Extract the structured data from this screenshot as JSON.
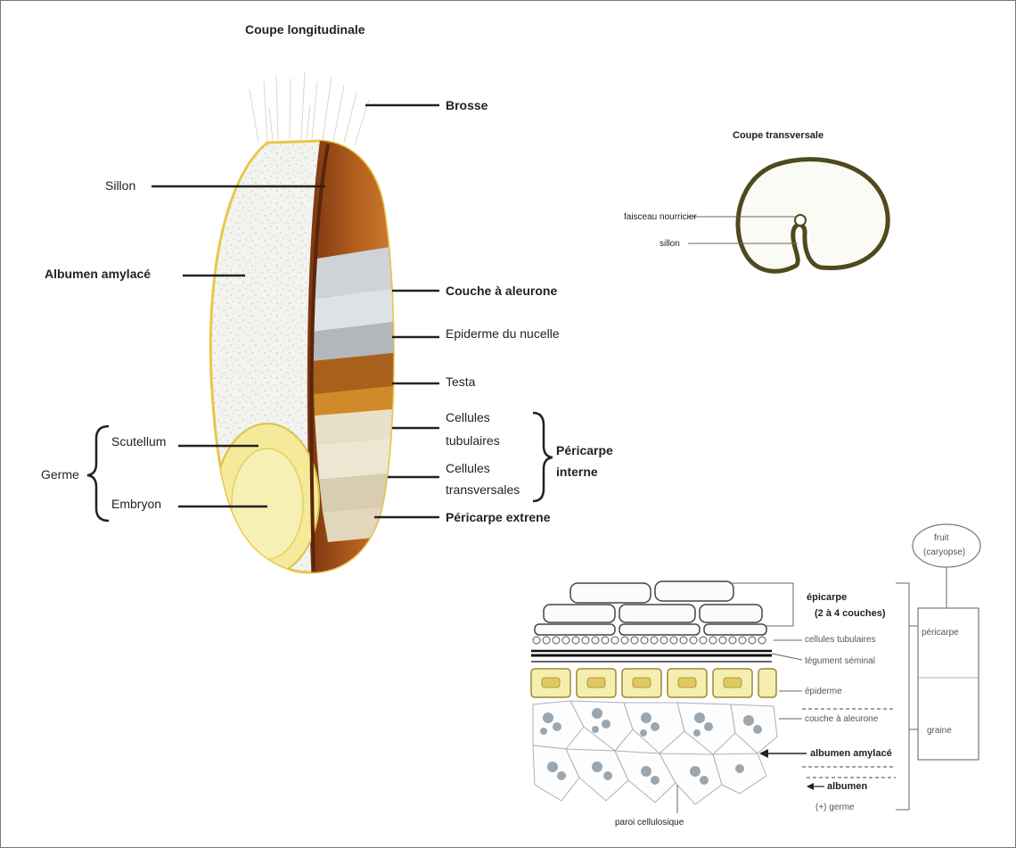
{
  "longitudinal": {
    "title": "Coupe longitudinale",
    "brosse": "Brosse",
    "sillon": "Sillon",
    "albumen": "Albumen amylacé",
    "aleurone": "Couche à aleurone",
    "nucelle": "Epiderme du nucelle",
    "testa": "Testa",
    "tubulaires_1": "Cellules",
    "tubulaires_2": "tubulaires",
    "transversales_1": "Cellules",
    "transversales_2": "transversales",
    "pericarpe_interne_1": "Péricarpe",
    "pericarpe_interne_2": "interne",
    "pericarpe_externe": "Péricarpe extrene",
    "germe": "Germe",
    "scutellum": "Scutellum",
    "embryon": "Embryon"
  },
  "transversal": {
    "title": "Coupe transversale",
    "faisceau": "faisceau nourricier",
    "sillon": "sillon"
  },
  "detail": {
    "fruit_1": "fruit",
    "fruit_2": "(caryopse)",
    "epicarpe_1": "épicarpe",
    "epicarpe_2": "(2 à 4 couches)",
    "tubulaires": "cellules tubulaires",
    "tegument": "tégument séminal",
    "epiderme": "épiderme",
    "aleurone": "couche à aleurone",
    "albumen_amylace": "albumen amylacé",
    "albumen": "albumen",
    "germe": "(+) germe",
    "pericarpe": "péricarpe",
    "graine": "graine",
    "paroi": "paroi cellulosique"
  },
  "colors": {
    "outline_yellow": "#e6c84a",
    "bran_brown": "#a8501a",
    "germ_yellow": "#f2e68c",
    "starch_white": "#f4f4f0",
    "aleurone_grey": "#b8bcc0",
    "cross_section_olive": "#4f4a1c"
  }
}
